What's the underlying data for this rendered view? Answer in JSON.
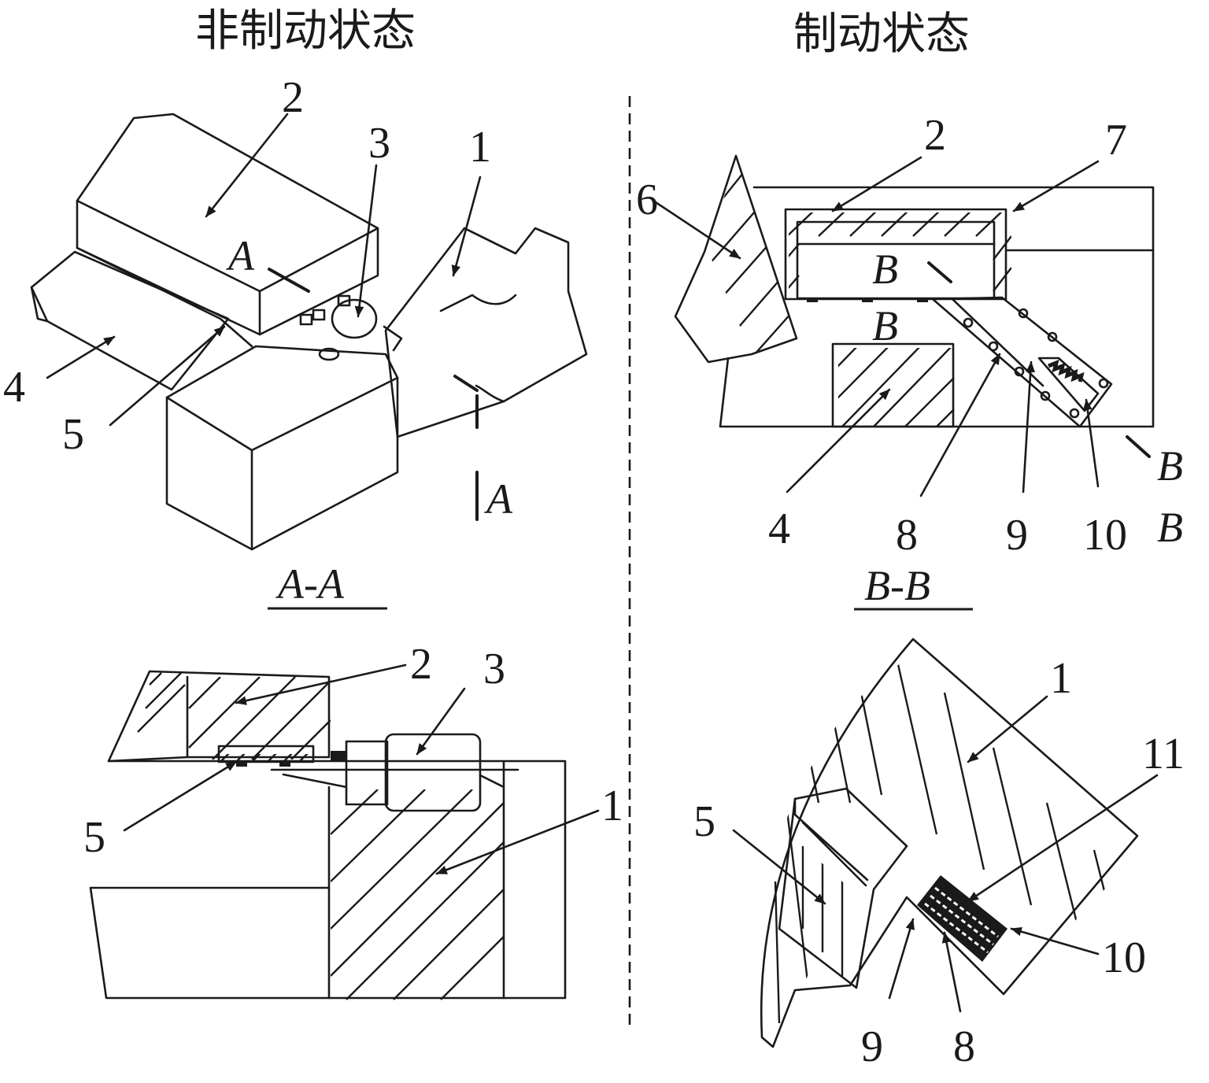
{
  "titles": {
    "left": "非制动状态",
    "right": "制动状态"
  },
  "section_labels": {
    "aa": "A-A",
    "bb": "B-B"
  },
  "section_markers": {
    "a_top": "A",
    "a_right": "A",
    "b_inner": "B",
    "b_below": "B",
    "b_right_1": "B",
    "b_right_2": "B"
  },
  "callouts": {
    "iso": [
      "2",
      "3",
      "1",
      "4",
      "5"
    ],
    "brake": [
      "2",
      "7",
      "6",
      "4",
      "8",
      "9",
      "10"
    ],
    "aa": [
      "2",
      "3",
      "5",
      "1"
    ],
    "bb": [
      "1",
      "11",
      "5",
      "10",
      "9",
      "8"
    ]
  }
}
